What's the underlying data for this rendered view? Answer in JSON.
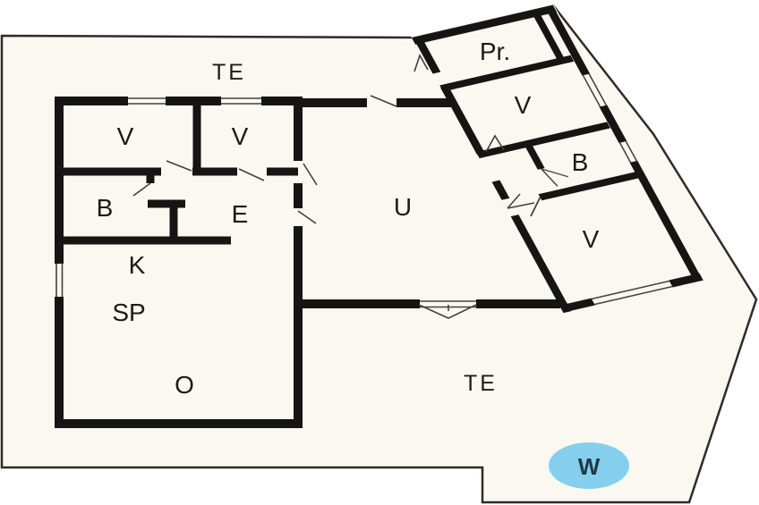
{
  "plan": {
    "title": "floor-plan",
    "labels": {
      "te_top": "TE",
      "v1": "V",
      "v2": "V",
      "b_main": "B",
      "e": "E",
      "k": "K",
      "sp": "SP",
      "o": "O",
      "u": "U",
      "pr": "Pr.",
      "v_wing_top": "V",
      "b_wing": "B",
      "v_wing_bottom": "V",
      "te_bottom": "TE",
      "w": "W"
    }
  },
  "colors": {
    "background": "#ffffff",
    "floor": "#faf8f0",
    "wall": "#171513",
    "boundary": "#2e2b28",
    "thin": "#44403a",
    "label": "#1d1b18",
    "water": "#85cfee",
    "water_label": "#1d3a47"
  }
}
